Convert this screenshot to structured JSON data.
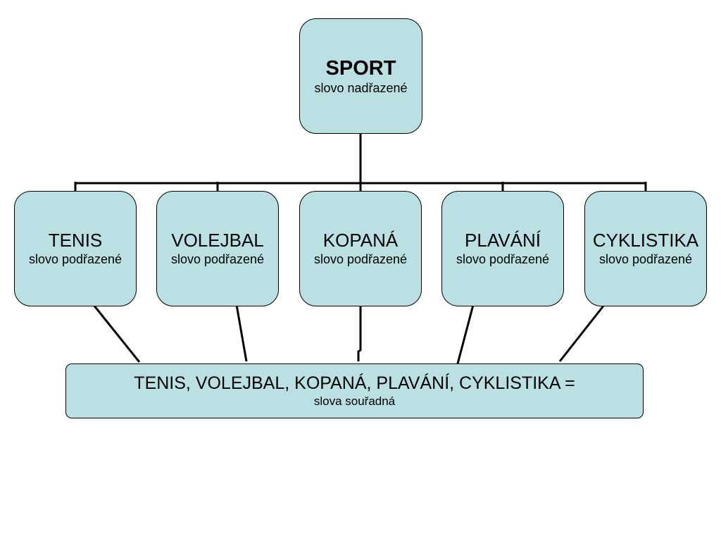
{
  "diagram": {
    "root": {
      "title": "SPORT",
      "subtitle": "slovo nadřazené"
    },
    "children": [
      {
        "title": "TENIS",
        "subtitle": "slovo podřazené"
      },
      {
        "title": "VOLEJBAL",
        "subtitle": "slovo podřazené"
      },
      {
        "title": "KOPANÁ",
        "subtitle": "slovo podřazené"
      },
      {
        "title": "PLAVÁNÍ",
        "subtitle": "slovo podřazené"
      },
      {
        "title": "CYKLISTIKA",
        "subtitle": "slovo podřazené"
      }
    ],
    "summary": {
      "text": "TENIS, VOLEJBAL, KOPANÁ, PLAVÁNÍ, CYKLISTIKA =",
      "subtitle": "slova souřadná"
    }
  },
  "colors": {
    "box_fill": "#bbe0e3",
    "line": "#000000",
    "background": "#ffffff"
  }
}
